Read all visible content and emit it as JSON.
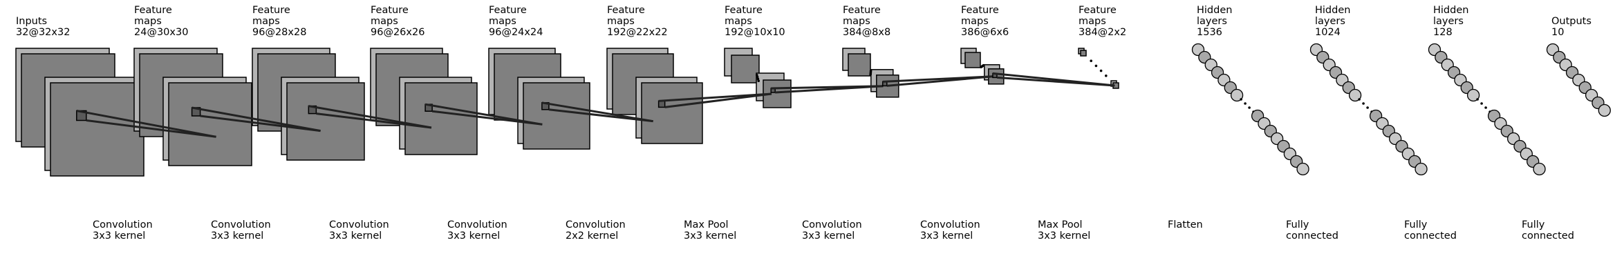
{
  "layers": [
    {
      "line1": "Inputs",
      "line2": "32@32x32"
    },
    {
      "line1": "Feature",
      "line2": "maps",
      "line3": "24@30x30"
    },
    {
      "line1": "Feature",
      "line2": "maps",
      "line3": "96@28x28"
    },
    {
      "line1": "Feature",
      "line2": "maps",
      "line3": "96@26x26"
    },
    {
      "line1": "Feature",
      "line2": "maps",
      "line3": "96@24x24"
    },
    {
      "line1": "Feature",
      "line2": "maps",
      "line3": "192@22x22"
    },
    {
      "line1": "Feature",
      "line2": "maps",
      "line3": "192@10x10"
    },
    {
      "line1": "Feature",
      "line2": "maps",
      "line3": "384@8x8"
    },
    {
      "line1": "Feature",
      "line2": "maps",
      "line3": "386@6x6"
    },
    {
      "line1": "Feature",
      "line2": "maps",
      "line3": "384@2x2"
    },
    {
      "line1": "Hidden",
      "line2": "layers",
      "line3": "1536"
    },
    {
      "line1": "Hidden",
      "line2": "layers",
      "line3": "1024"
    },
    {
      "line1": "Hidden",
      "line2": "layers",
      "line3": "128"
    },
    {
      "line1": "Outputs",
      "line2": "10"
    }
  ],
  "operations": [
    {
      "line1": "Convolution",
      "line2": "3x3 kernel"
    },
    {
      "line1": "Convolution",
      "line2": "3x3 kernel"
    },
    {
      "line1": "Convolution",
      "line2": "3x3 kernel"
    },
    {
      "line1": "Convolution",
      "line2": "3x3 kernel"
    },
    {
      "line1": "Convolution",
      "line2": "2x2 kernel"
    },
    {
      "line1": "Max Pool",
      "line2": "3x3 kernel"
    },
    {
      "line1": "Convolution",
      "line2": "3x3 kernel"
    },
    {
      "line1": "Convolution",
      "line2": "3x3 kernel"
    },
    {
      "line1": "Max Pool",
      "line2": "3x3 kernel"
    },
    {
      "line1": "Flatten"
    },
    {
      "line1": "Fully",
      "line2": "connected"
    },
    {
      "line1": "Fully",
      "line2": "connected"
    },
    {
      "line1": "Fully",
      "line2": "connected"
    }
  ],
  "colors": {
    "back_map": "#b4b4b4",
    "front_map": "#808080",
    "patch": "#5a5a5a",
    "line": "#222222",
    "neuron_light": "#c8c8c8",
    "neuron_dark": "#7a7a7a"
  }
}
